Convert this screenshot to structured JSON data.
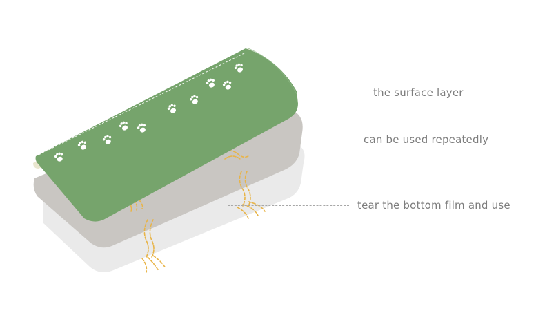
{
  "labels": {
    "surface_layer": "the surface layer",
    "reusable": "can be used repeatedly",
    "bottom_film": "tear the bottom film and use"
  },
  "colors": {
    "surface": "#77a66e",
    "surface_edge": "#e9e6cf",
    "middle_layer": "#c8c5c1",
    "bottom_layer": "#e9e9e9",
    "heat_lines": "#e9b54b",
    "label_text": "#7d7d7d",
    "leader_line": "#a7a7a7"
  },
  "icons": {
    "decoration": "paw-print-icon",
    "paw_print_count": 10
  }
}
